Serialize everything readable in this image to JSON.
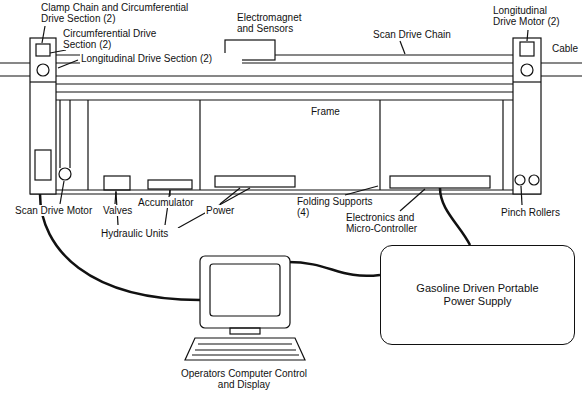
{
  "diagram": {
    "nodes": [
      {
        "text": [
          "Gasoline Driven Portable Power Supply"
        ]
      }
    ],
    "labels": [
      "Clamp Chain and Circumferential Drive Section (2)",
      "Circumferential Drive Section (2)",
      "Longitudinal Drive Section (2)",
      "Electromagnet and Sensors",
      "Scan Drive Chain",
      "Longitudinal Drive Motor (2)",
      "Cable",
      "Frame",
      "Scan Drive Motor",
      "Valves",
      "Accumulator",
      "Power",
      "Folding Supports (4)",
      "Electronics and Micro-Controller",
      "Pinch Rollers",
      "Hydraulic Units",
      "Operators Computer Control and Display"
    ]
  }
}
